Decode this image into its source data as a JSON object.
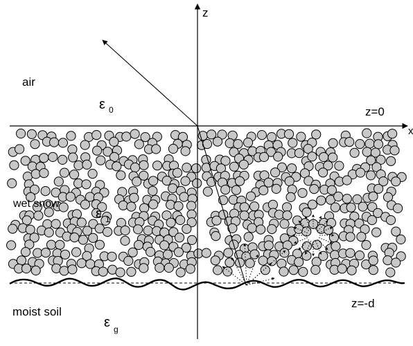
{
  "axis": {
    "z_label": "z",
    "x_label": "x"
  },
  "labels": {
    "air": "air",
    "eps0_symbol": "ε",
    "eps0_sub": "0",
    "z0": "z=0",
    "wet_snow": "wet snow",
    "eps1_symbol": "ε",
    "eps1_sub": "1",
    "moist_soil": "moist soil",
    "epsg_symbol": "ε",
    "epsg_sub": "g",
    "zd": "z=-d"
  },
  "colors": {
    "particle_fill": "#c8c8c8",
    "stroke": "#000000",
    "background": "#ffffff"
  }
}
